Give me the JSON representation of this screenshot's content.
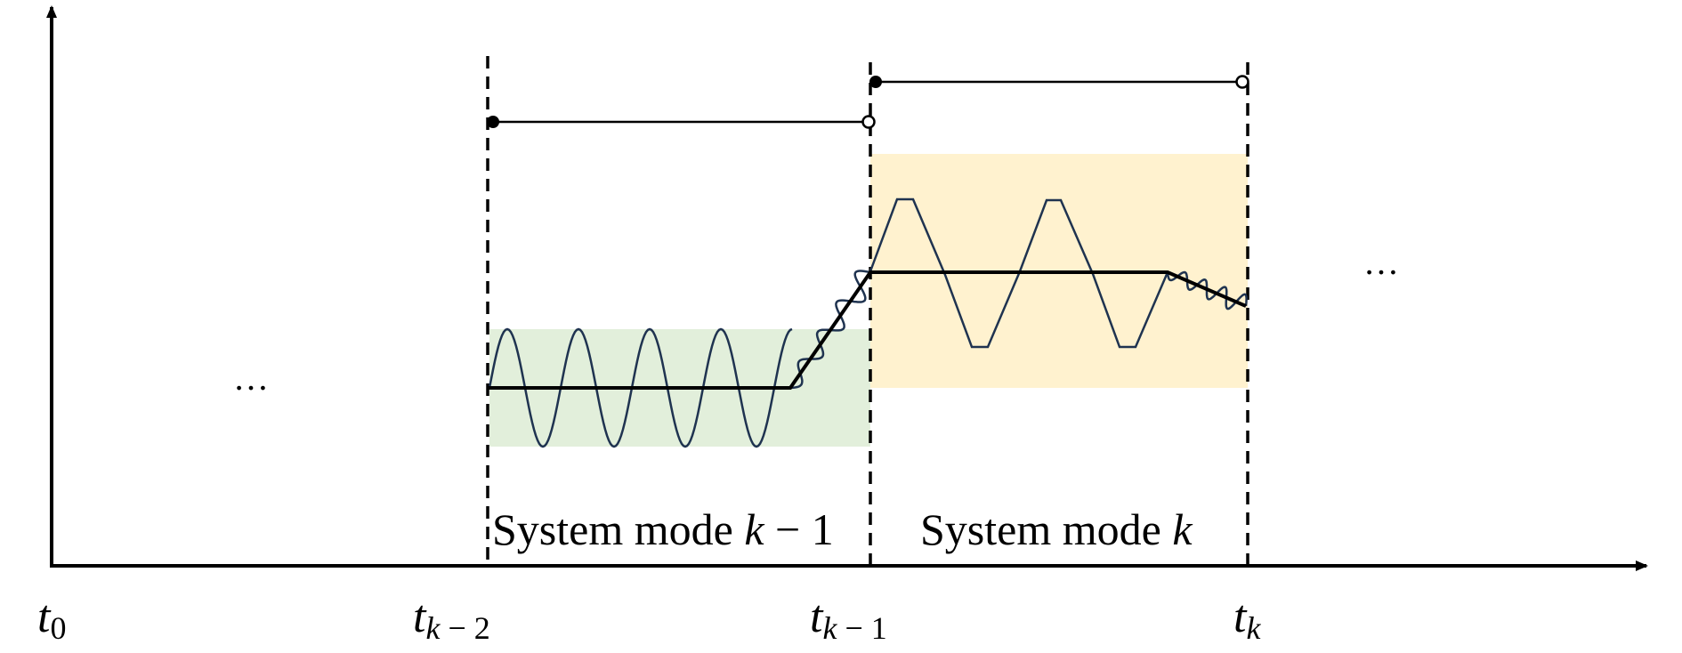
{
  "colors": {
    "axis": "#000000",
    "signal": "#1f3350",
    "mode_prev_band": "#e2efdb",
    "mode_curr_band": "#fff2cf"
  },
  "ticks": [
    {
      "base": "t",
      "sub": "0"
    },
    {
      "base": "t",
      "sub_var": "k",
      "sub_op": " − ",
      "sub_num": "2"
    },
    {
      "base": "t",
      "sub_var": "k",
      "sub_op": " − ",
      "sub_num": "1"
    },
    {
      "base": "t",
      "sub_var": "k"
    }
  ],
  "modes": [
    {
      "prefix": "System mode ",
      "var": "k",
      "suffix": " − 1"
    },
    {
      "prefix": "System mode ",
      "var": "k",
      "suffix": ""
    }
  ],
  "ellipsis_left": "…",
  "ellipsis_right": "…"
}
